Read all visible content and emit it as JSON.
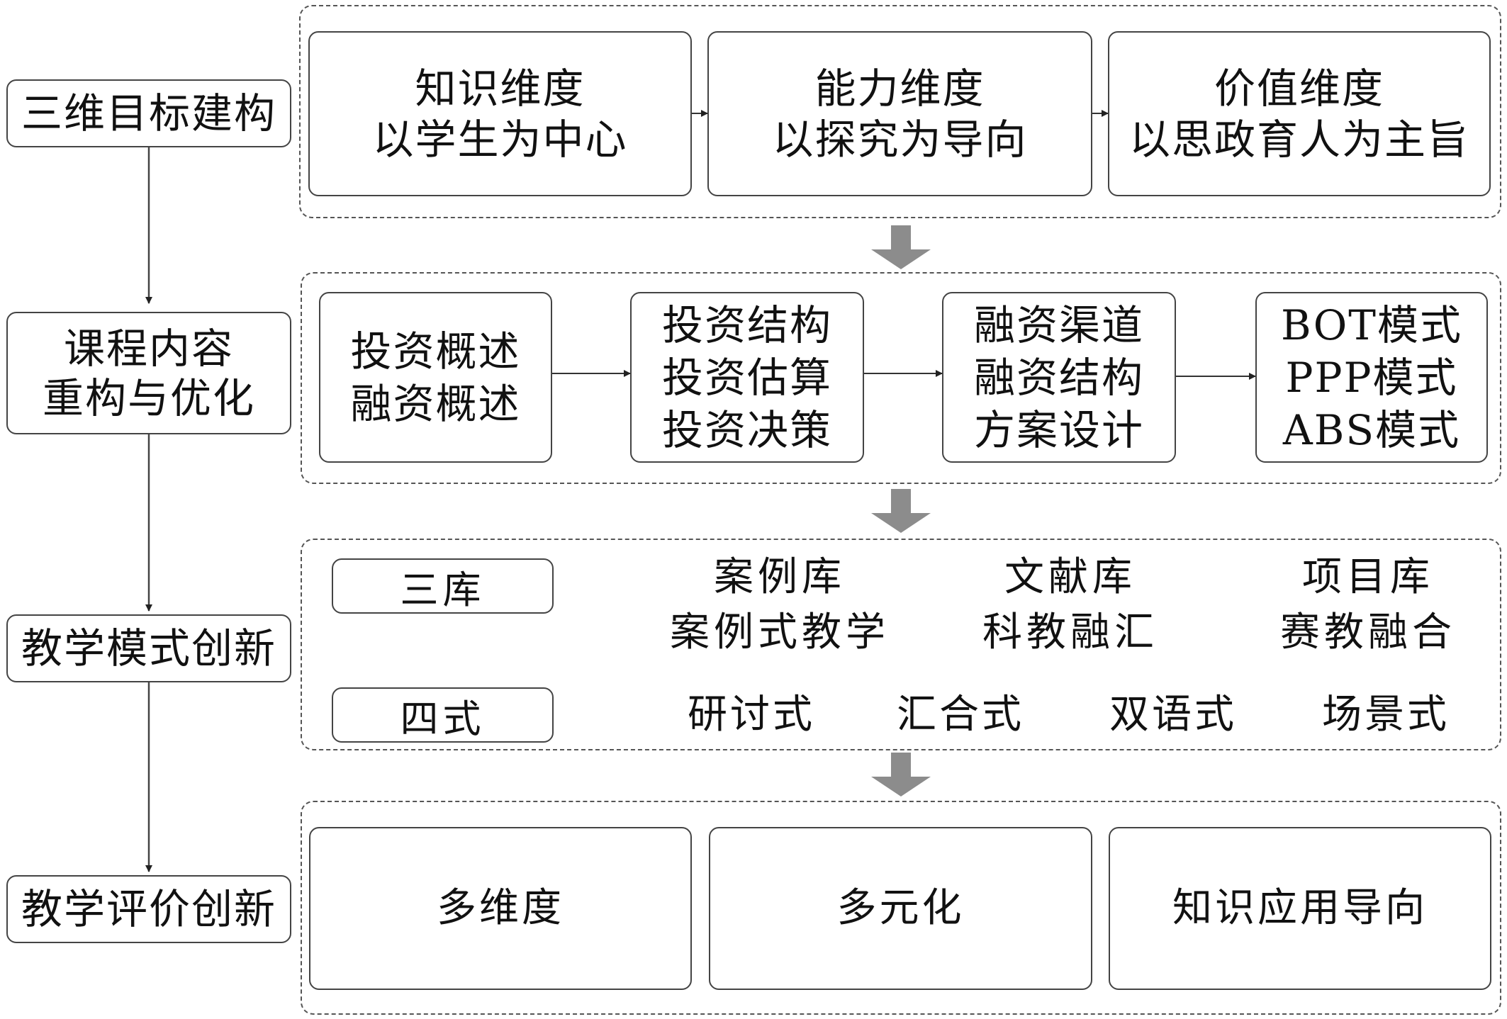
{
  "left_steps": [
    {
      "label": "三维目标建构"
    },
    {
      "label_lines": [
        "课程内容",
        "重构与优化"
      ]
    },
    {
      "label": "教学模式创新"
    },
    {
      "label": "教学评价创新"
    }
  ],
  "section1": {
    "boxes": [
      {
        "title": "知识维度",
        "subtitle": "以学生为中心"
      },
      {
        "title": "能力维度",
        "subtitle": "以探究为导向"
      },
      {
        "title": "价值维度",
        "subtitle": "以思政育人为主旨"
      }
    ]
  },
  "section2": {
    "boxes": [
      {
        "lines": [
          "投资概述",
          "融资概述"
        ]
      },
      {
        "lines": [
          "投资结构",
          "投资估算",
          "投资决策"
        ]
      },
      {
        "lines": [
          "融资渠道",
          "融资结构",
          "方案设计"
        ]
      },
      {
        "lines": [
          "BOT模式",
          "PPP模式",
          "ABS模式"
        ]
      }
    ]
  },
  "section3": {
    "libraries_label": "三库",
    "libraries": [
      {
        "name": "案例库",
        "method": "案例式教学"
      },
      {
        "name": "文献库",
        "method": "科教融汇"
      },
      {
        "name": "项目库",
        "method": "赛教融合"
      }
    ],
    "modes_label": "四式",
    "modes": [
      "研讨式",
      "汇合式",
      "双语式",
      "场景式"
    ]
  },
  "section4": {
    "boxes": [
      "多维度",
      "多元化",
      "知识应用导向"
    ]
  },
  "colors": {
    "border": "#444444",
    "dashed_border": "#555555",
    "gray_arrow": "#8c8c8c",
    "line": "#333333"
  },
  "icons": {
    "flow_arrow": "arrow-right-icon",
    "stage_arrow": "thick-arrow-down-icon",
    "step_arrow": "arrow-down-icon"
  }
}
